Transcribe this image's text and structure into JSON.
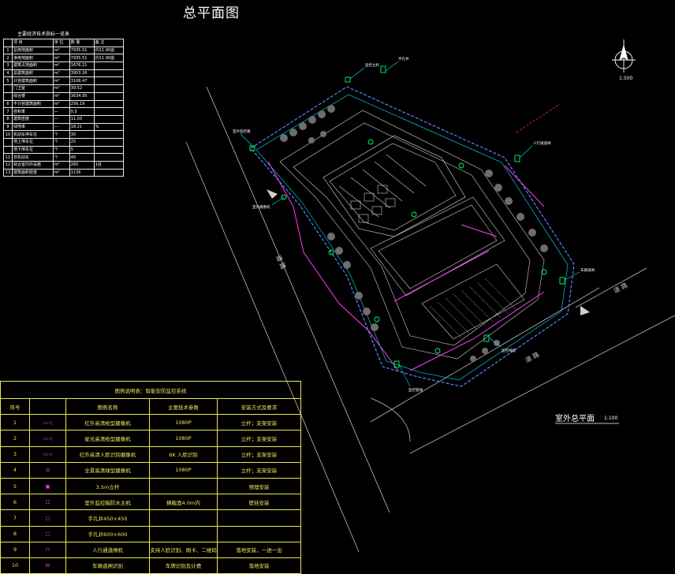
{
  "drawing": {
    "title": "总平面图",
    "plan_label": "室外总平面",
    "plan_scale": "1:100",
    "north_scale": "1:500"
  },
  "colors": {
    "background": "#000000",
    "building": "#d8d8d8",
    "green_line": "#00ff66",
    "cyan": "#00e5ff",
    "magenta": "#ff3bff",
    "yellow": "#f0e65a",
    "blue": "#3c6cff",
    "red": "#ff2a2a"
  },
  "stats_table": {
    "caption": "主要经济技术指标一览表",
    "rows": [
      [
        "",
        "项    目",
        "单 位",
        "数 量",
        "备 注"
      ],
      [
        "1",
        "总用地面积",
        "m²",
        "7935.51",
        "约11.90亩"
      ],
      [
        "2",
        "净用地面积",
        "m²",
        "7935.51",
        "约11.90亩"
      ],
      [
        "3",
        "建筑占地面积",
        "m²",
        "1676.21",
        ""
      ],
      [
        "4",
        "总建筑面积",
        "m²",
        "3953.26",
        ""
      ],
      [
        "5",
        "计容建筑面积",
        "m²",
        "3106.47",
        ""
      ],
      [
        "",
        "门卫室",
        "m²",
        "39.52",
        ""
      ],
      [
        "",
        "综合楼",
        "m²",
        "3634.95",
        ""
      ],
      [
        "6",
        "不计容建筑面积",
        "m²",
        "256.19",
        ""
      ],
      [
        "7",
        "容积率",
        "—",
        "0.5",
        ""
      ],
      [
        "8",
        "建筑密度",
        "—",
        "11.03",
        ""
      ],
      [
        "9",
        "绿地率",
        "—",
        "18.21",
        "%"
      ],
      [
        "10",
        "机动车停车位",
        "个",
        "30",
        ""
      ],
      [
        "",
        "地上停车位",
        "个",
        "25",
        ""
      ],
      [
        "",
        "地下停车位",
        "个",
        "5",
        ""
      ],
      [
        "11",
        "非机动车",
        "个",
        "40",
        ""
      ],
      [
        "12",
        "综合室内外设施",
        "m²",
        "265",
        "1处"
      ],
      [
        "13",
        "建筑面积密度",
        "m²",
        "1136",
        ""
      ]
    ]
  },
  "legend": {
    "heading": "图例说明表：智能安防监控系统",
    "columns": [
      "序号",
      "图例名称",
      "主要技术参数",
      "安装方式及要求"
    ],
    "rows": [
      {
        "no": "1",
        "sym": "▭◁",
        "name": "红外高清枪型摄像机",
        "param": "1080P",
        "mount": "立杆；支架安装"
      },
      {
        "no": "2",
        "sym": "▭◁",
        "name": "星光高清枪型摄像机",
        "param": "1080P",
        "mount": "立杆；支架安装"
      },
      {
        "no": "3",
        "sym": "▭◁",
        "name": "红外高清人脸识别摄像机",
        "param": "6K 人脸识别",
        "mount": "立杆；支架安装"
      },
      {
        "no": "4",
        "sym": "◎",
        "name": "全景高清球型摄像机",
        "param": "1080P",
        "mount": "立杆；支架安装"
      },
      {
        "no": "5",
        "sym": "▣",
        "name": "3.5m立杆",
        "param": "",
        "mount": "预埋安装"
      },
      {
        "no": "6",
        "sym": "☷",
        "name": "室外监控箱防水主机",
        "param": "横截面4.0m内",
        "mount": "壁挂安装"
      },
      {
        "no": "7",
        "sym": "□",
        "name": "手孔井450×450",
        "param": "",
        "mount": ""
      },
      {
        "no": "8",
        "sym": "□",
        "name": "手孔井600×600",
        "param": "",
        "mount": ""
      },
      {
        "no": "9",
        "sym": "⊓",
        "name": "人行通道闸机",
        "param": "支持人脸识别、刷卡、二维码",
        "mount": "落地安装，一进一出"
      },
      {
        "no": "10",
        "sym": "⊟",
        "name": "车辆道闸识别",
        "param": "车牌识别及计费",
        "mount": "落地安装"
      }
    ]
  },
  "site_labels": {
    "road_west": "道  路",
    "road_east": "道  路",
    "road_south": "道  路",
    "notes": [
      "室外监控箱",
      "监控立杆",
      "手孔井",
      "人行通道闸",
      "车辆道闸",
      "监控线缆",
      "监控管线",
      "室外摄像机"
    ]
  }
}
